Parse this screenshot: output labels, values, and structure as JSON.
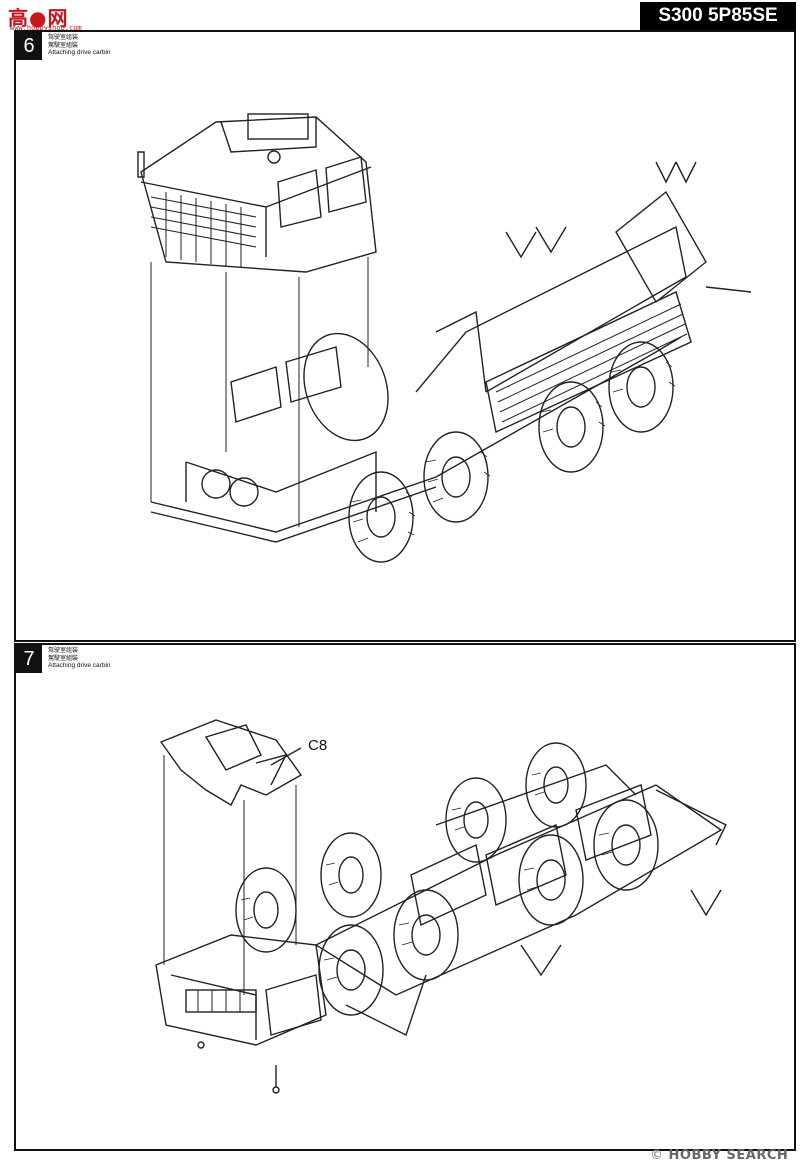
{
  "header": {
    "logo_text": "高●网",
    "logo_url": "www.hobbyshop.com",
    "model_title": "S300 5P85SE"
  },
  "steps": [
    {
      "number": "6",
      "caption_cn_1": "驾驶室组装",
      "caption_cn_2": "駕駛室組裝",
      "caption_en": "Attaching drive carbin"
    },
    {
      "number": "7",
      "caption_cn_1": "驾驶室组装",
      "caption_cn_2": "駕駛室組裝",
      "caption_en": "Attaching drive carbin",
      "part_label": "C8"
    }
  ],
  "footer": {
    "brand": "HOBBY SEARCH",
    "logo_mark": "©"
  }
}
